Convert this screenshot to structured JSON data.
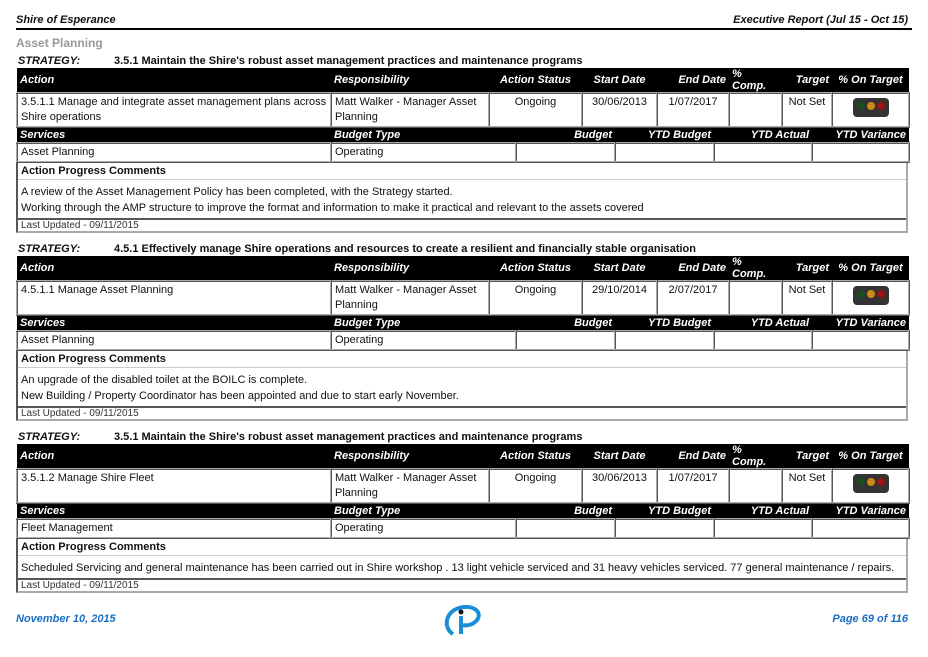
{
  "header": {
    "org": "Shire of Esperance",
    "report": "Executive Report (Jul 15 - Oct 15)"
  },
  "section": "Asset Planning",
  "labels": {
    "strategy": "STRATEGY:",
    "action": "Action",
    "responsibility": "Responsibility",
    "action_status": "Action Status",
    "start_date": "Start Date",
    "end_date": "End Date",
    "comp": "% Comp.",
    "target": "Target",
    "on_target": "% On Target",
    "services": "Services",
    "budget_type": "Budget Type",
    "budget": "Budget",
    "ytd_budget": "YTD Budget",
    "ytd_actual": "YTD Actual",
    "ytd_variance": "YTD Variance",
    "comments": "Action Progress Comments"
  },
  "colors": {
    "green": "#1f4a1f",
    "amber": "#c98a1a",
    "red": "#a01010"
  },
  "blocks": [
    {
      "strategy": "3.5.1 Maintain the Shire's robust asset management practices and maintenance programs",
      "action": "3.5.1.1 Manage and integrate asset management plans across Shire operations",
      "responsibility": "Matt Walker - Manager Asset Planning",
      "status": "Ongoing",
      "start": "30/06/2013",
      "end": "1/07/2017",
      "comp": "",
      "target": "Not Set",
      "service": "Asset Planning",
      "budget_type": "Operating",
      "budget": "",
      "ytd_budget": "",
      "ytd_actual": "",
      "ytd_variance": "",
      "comments": [
        "A review of the Asset Management Policy has been completed, with the Strategy started.",
        "Working through the AMP structure to improve the format and information to make it practical and relevant to the assets covered"
      ],
      "updated": "Last Updated - 09/11/2015"
    },
    {
      "strategy": "4.5.1 Effectively manage Shire operations and resources to create a resilient and financially stable organisation",
      "action": "4.5.1.1 Manage Asset Planning",
      "responsibility": "Matt Walker - Manager Asset Planning",
      "status": "Ongoing",
      "start": "29/10/2014",
      "end": "2/07/2017",
      "comp": "",
      "target": "Not Set",
      "service": "Asset Planning",
      "budget_type": "Operating",
      "budget": "",
      "ytd_budget": "",
      "ytd_actual": "",
      "ytd_variance": "",
      "comments": [
        "An upgrade of the disabled toilet at the BOILC is complete.",
        "New Building / Property Coordinator has been appointed and due to start early November."
      ],
      "updated": "Last Updated - 09/11/2015"
    },
    {
      "strategy": "3.5.1 Maintain the Shire's robust asset management practices and maintenance programs",
      "action": "3.5.1.2 Manage Shire  Fleet",
      "responsibility": "Matt Walker - Manager Asset Planning",
      "status": "Ongoing",
      "start": "30/06/2013",
      "end": "1/07/2017",
      "comp": "",
      "target": "Not Set",
      "service": "Fleet Management",
      "budget_type": "Operating",
      "budget": "",
      "ytd_budget": "",
      "ytd_actual": "",
      "ytd_variance": "",
      "comments": [
        "Scheduled Servicing and general maintenance has been carried out in Shire workshop . 13 light vehicle serviced and 31 heavy vehicles serviced. 77 general maintenance / repairs."
      ],
      "updated": "Last Updated - 09/11/2015"
    }
  ],
  "footer": {
    "date": "November 10, 2015",
    "page": "Page 69 of 116"
  }
}
